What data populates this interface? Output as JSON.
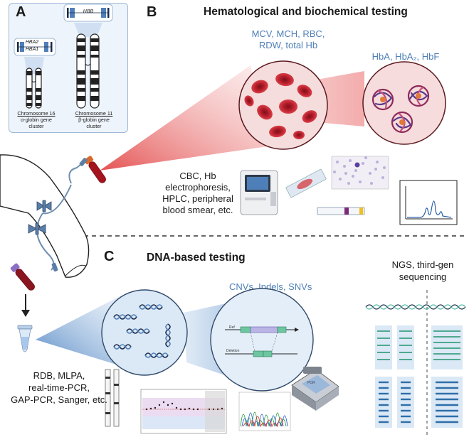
{
  "panels": {
    "a": {
      "letter": "A"
    },
    "b": {
      "letter": "B",
      "title": "Hematological and biochemical testing"
    },
    "c": {
      "letter": "C",
      "title": "DNA-based testing"
    }
  },
  "chromosomes": {
    "chr16": {
      "name": "Chromosome 16",
      "desc_line1": "α-globin gene",
      "desc_line2": "cluster",
      "gene1": "HBA2",
      "gene2": "HBA1"
    },
    "chr11": {
      "name": "Chromosome 11",
      "desc_line1": "β-globin gene",
      "desc_line2": "cluster",
      "gene": "HBB"
    }
  },
  "hematology": {
    "rbc_params_line1": "MCV, MCH, RBC,",
    "rbc_params_line2": "RDW, total Hb",
    "hb_types": "HbA, HbA₂, HbF",
    "methods_lines": [
      "CBC, Hb",
      "electrophoresis,",
      "HPLC, peripheral",
      "blood smear, etc."
    ]
  },
  "dna": {
    "variants": "CNVs, Indels, SNVs",
    "ngs_line1": "NGS, third-gen",
    "ngs_line2": "sequencing",
    "methods_lines": [
      "RDB, MLPA,",
      "real-time-PCR,",
      "GAP-PCR, Sanger, etc."
    ],
    "deletion_labels": {
      "ref": "Ref",
      "deletion": "Deletion"
    },
    "pcr_device_label": "PCR"
  },
  "colors": {
    "accent_blue": "#4f7fb8",
    "blood_red": "#b3202e",
    "panel_a_bg": "#eef4fb",
    "lens_blue": "#dbe8f5"
  }
}
